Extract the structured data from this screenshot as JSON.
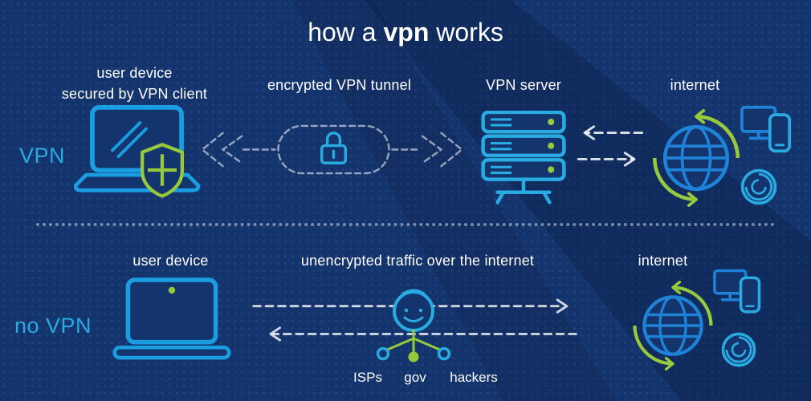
{
  "title": {
    "prefix": "how a ",
    "bold": "vpn",
    "suffix": " works"
  },
  "vpn_row": {
    "row_label": "VPN",
    "device_label_line1": "user device",
    "device_label_line2": "secured by VPN client",
    "tunnel_label": "encrypted VPN tunnel",
    "server_label": "VPN server",
    "internet_label": "internet"
  },
  "no_vpn_row": {
    "row_label": "no VPN",
    "device_label": "user device",
    "traffic_label": "unencrypted traffic over the internet",
    "internet_label": "internet",
    "snoopers": [
      "ISPs",
      "gov",
      "hackers"
    ]
  },
  "icons": {
    "laptop": "laptop-outline",
    "shield": "security-shield-cross",
    "lock": "padlock",
    "tunnel": "dashed-tunnel-arrows",
    "server": "server-rack-stack",
    "globe": "internet-globe-with-refresh-arrows",
    "devices": "monitor-and-phone",
    "browser": "browser-swirl",
    "person": "snooper-person"
  },
  "colors": {
    "background": "#14346d",
    "cyan": "#29abe2",
    "blue": "#1e82d6",
    "green": "#97c93d",
    "text": "#ffffff",
    "muted_arrow": "#ccd6e8"
  }
}
